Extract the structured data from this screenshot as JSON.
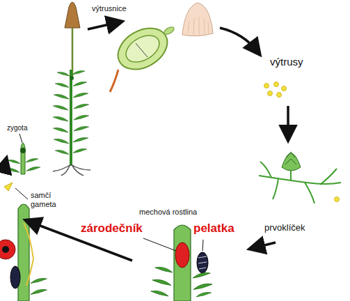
{
  "diagram": {
    "labels": [
      "výtrusnice",
      "výtrusy",
      "zygota",
      "samčí gameta",
      "mechová rostlina",
      "zárodečník",
      "pelatka",
      "prvoklíček"
    ]
  }
}
